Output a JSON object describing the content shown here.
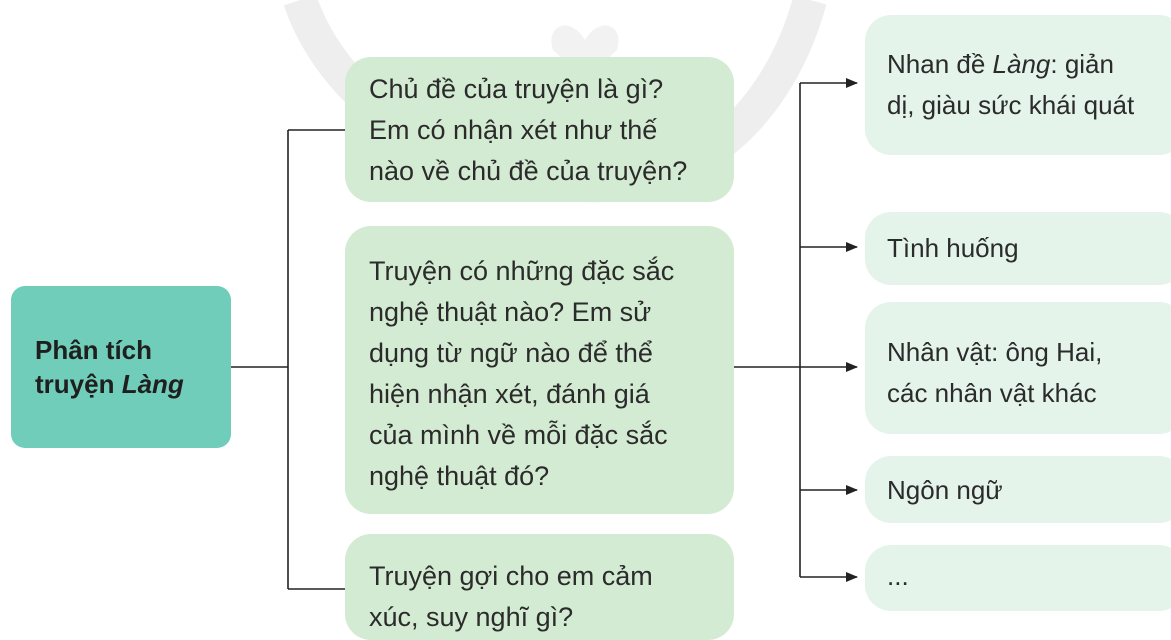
{
  "root": {
    "line1": "Phân tích",
    "line2_prefix": "truyện ",
    "line2_em": "Làng"
  },
  "questions": [
    {
      "lines": [
        "Chủ đề của truyện là gì?",
        "Em có nhận xét như thế",
        "nào về chủ đề của truyện?"
      ]
    },
    {
      "lines": [
        "Truyện có những đặc sắc",
        "nghệ thuật nào? Em sử",
        "dụng từ ngữ nào để thể",
        "hiện nhận xét, đánh giá",
        "của mình về mỗi đặc sắc",
        "nghệ thuật đó?"
      ]
    },
    {
      "lines": [
        "Truyện gợi cho em cảm",
        "xúc, suy nghĩ gì?"
      ]
    }
  ],
  "aspects": {
    "title": {
      "prefix": "Nhan đề ",
      "em": "Làng",
      "suffix": ": giản",
      "line2": "dị, giàu sức khái quát"
    },
    "situation": "Tình huống",
    "characters": {
      "line1": "Nhân vật: ông Hai,",
      "line2": "các nhân vật khác"
    },
    "language": "Ngôn ngữ",
    "more": "..."
  },
  "colors": {
    "root_fill": "#6fcdb9",
    "question_fill": "#d3ebd2",
    "aspect_fill": "#e4f4eb",
    "connector": "#222222"
  }
}
